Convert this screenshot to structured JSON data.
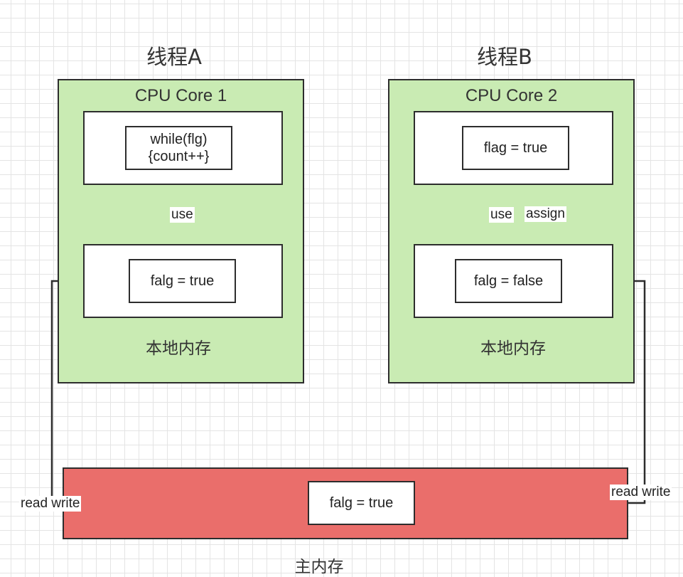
{
  "thread_a": {
    "title": "线程A",
    "core_label": "CPU Core 1",
    "code_line1": "while(flg)",
    "code_line2": "{count++}",
    "edge_use": "use",
    "local_var": "falg = true",
    "local_memory_label": "本地内存"
  },
  "thread_b": {
    "title": "线程B",
    "core_label": "CPU Core 2",
    "code": "flag = true",
    "edge_use": "use",
    "edge_assign": "assign",
    "local_var": "falg = false",
    "local_memory_label": "本地内存"
  },
  "main_memory": {
    "var": "falg = true",
    "label": "主内存",
    "left_edge": "read write",
    "right_edge": "read write"
  },
  "colors": {
    "core_fill": "#c9ebb3",
    "main_memory_fill": "#ea6e6b",
    "stroke": "#2d2d2d"
  }
}
